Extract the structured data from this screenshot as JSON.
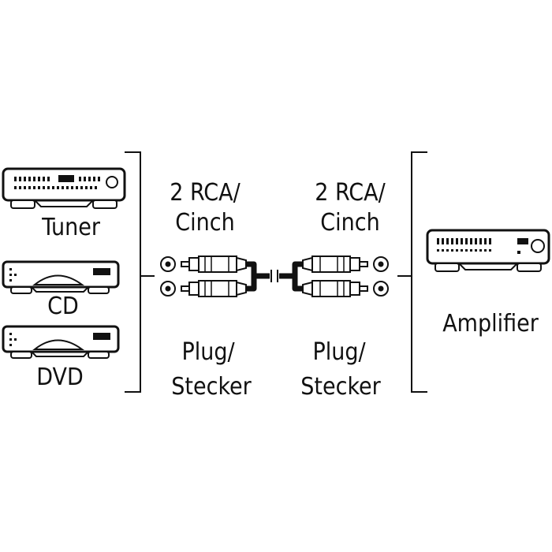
{
  "sources": {
    "tuner_label": "Tuner",
    "cd_label": "CD",
    "dvd_label": "DVD"
  },
  "cable": {
    "left_connector_line1": "2 RCA/",
    "left_connector_line2": "Cinch",
    "right_connector_line1": "2 RCA/",
    "right_connector_line2": "Cinch",
    "left_type_line1": "Plug/",
    "left_type_line2": "Stecker",
    "right_type_line1": "Plug/",
    "right_type_line2": "Stecker"
  },
  "destination": {
    "amplifier_label": "Amplifier"
  },
  "colors": {
    "stroke": "#111111",
    "background": "#ffffff",
    "cable_fill": "#1a1a1a"
  }
}
